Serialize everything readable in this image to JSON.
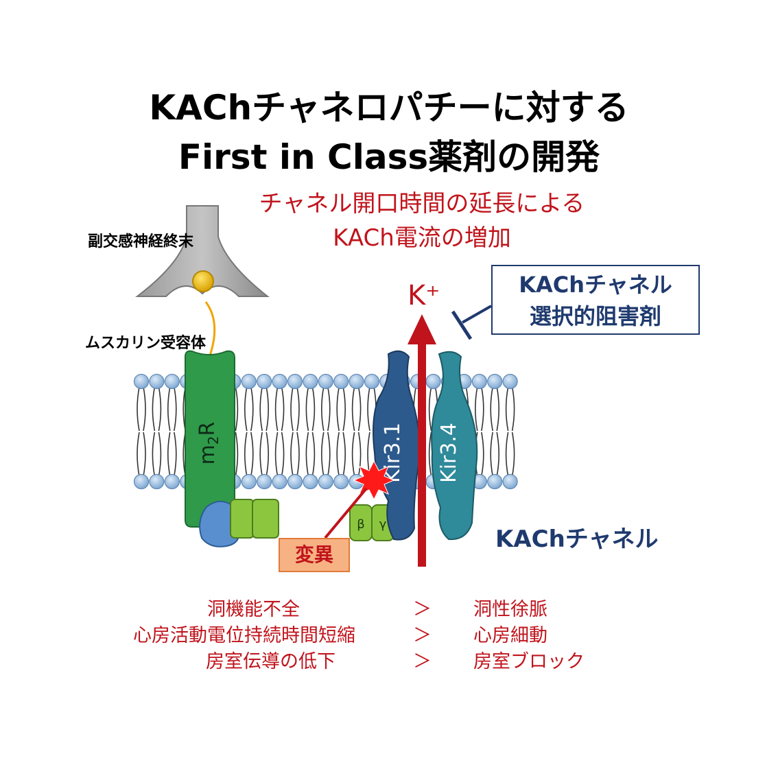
{
  "title": {
    "line1": "KAChチャネロパチーに対する",
    "line2": "First in Class薬剤の開発"
  },
  "subtitle": {
    "line1": "チャネル開口時間の延長による",
    "line2": "KACh電流の増加"
  },
  "labels": {
    "parasympathetic": "副交感神経終末",
    "muscarinic": "ムスカリン受容体",
    "m2r": "m2R",
    "beta": "β",
    "gamma": "γ",
    "kir31": "Kir3.1",
    "kir34": "Kir3.4",
    "k_ion": "K⁺",
    "kach_channel": "KAChチャネル",
    "mutation": "変異"
  },
  "inhibitor": {
    "line1": "KAChチャネル",
    "line2": "選択的阻害剤"
  },
  "outcomes": [
    {
      "cause": "洞機能不全",
      "sign": "＞",
      "effect": "洞性徐脈"
    },
    {
      "cause": "心房活動電位持続時間短縮",
      "sign": "＞",
      "effect": "心房細動"
    },
    {
      "cause": "房室伝導の低下",
      "sign": "＞",
      "effect": "房室ブロック"
    }
  ],
  "colors": {
    "red": "#c0141c",
    "navy": "#1f3a6e",
    "green_receptor": "#2f9a4a",
    "kir31": "#2d5a8c",
    "kir34": "#2f8a9a",
    "membrane_head": "#9fc4e6",
    "g_protein": "#8cc63f"
  }
}
